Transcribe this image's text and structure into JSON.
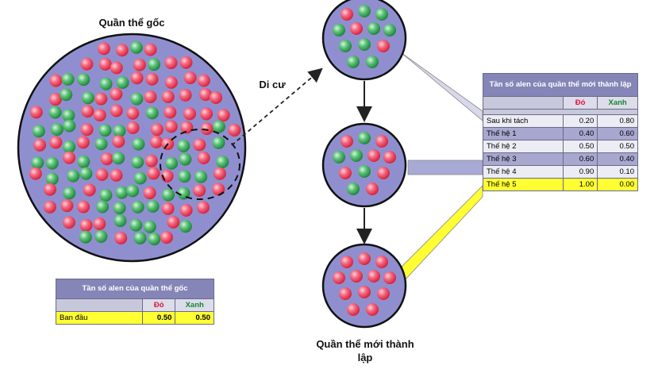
{
  "labels": {
    "original_population": "Quần thể gốc",
    "migration": "Di cư",
    "new_population": "Quần thể mới thành lập"
  },
  "original_table": {
    "title": "Tần số alen của quần thể gốc",
    "col_red": "Đỏ",
    "col_green": "Xanh",
    "rows": [
      {
        "label": "Ban đầu",
        "red": "0.50",
        "green": "0.50"
      }
    ]
  },
  "new_table": {
    "title": "Tần số alen của quần thể mới thành lập",
    "col_red": "Đỏ",
    "col_green": "Xanh",
    "rows": [
      {
        "label": "Sau khi tách",
        "red": "0.20",
        "green": "0.80"
      },
      {
        "label": "Thế hệ 1",
        "red": "0.40",
        "green": "0.60"
      },
      {
        "label": "Thế hệ 2",
        "red": "0.50",
        "green": "0.50"
      },
      {
        "label": "Thế hệ 3",
        "red": "0.60",
        "green": "0.40"
      },
      {
        "label": "Thế hệ 4",
        "red": "0.90",
        "green": "0.10"
      },
      {
        "label": "Thế hệ 5",
        "red": "1.00",
        "green": "0.00"
      }
    ]
  },
  "colors": {
    "population_fill": "#8f8fd0",
    "allele_red": "#f0566f",
    "allele_green": "#4fb86a",
    "highlight": "#ffff33"
  }
}
